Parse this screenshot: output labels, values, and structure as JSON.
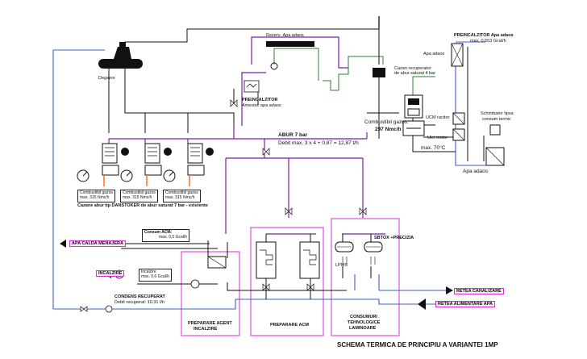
{
  "diagram": {
    "title": "SCHEMA TERMICA DE PRINCIPIU A VARIANTEI 1MP",
    "labels": {
      "rezervor": "Rezerv- Apa adaos",
      "apa_adaos_top": "Apa adaos",
      "preincalzitor_top_1": "PREINCALZITOR Apa adaos",
      "preincalzitor_top_2": "max. 0,653 Gcal/h",
      "cazan_recuperator_1": "Cazan recuperator",
      "cazan_recuperator_2": "de abur saturat 4 bar",
      "degazor": "Degazor",
      "preincalzitor_mid_1": "PREINCALZITOR",
      "preincalzitor_mid_2": "Amestec apa adaos",
      "abur": "ABUR 7 bar",
      "debit": "Debit max. 3 x 4 + 0,87 = 12,87 t/h",
      "combustibil_gazos": "Combustibil gazos:",
      "combustibil_val": "297 Nmc/h",
      "racitor": "UCM racitor",
      "ulei_motor": "Ulei motor",
      "max70": "max. 70°C",
      "schimbator_1": "Schimbator lipsa",
      "schimbator_2": "consum termic",
      "apa_adaos_bottom": "Apa adaos",
      "comb_1_a": "Combustibil gazos",
      "comb_1_b": "max. 315 Nmc/h",
      "comb_2_a": "Combustibil gazos",
      "comb_2_b": "max. 315 Nmc/h",
      "comb_3_a": "Combustibil gazos",
      "comb_3_b": "max. 315 Nmc/h",
      "cazane": "Cazane abur tip DANSTOKER de abur saturat 7 bar - existente",
      "consum_acm_1": "Consum ACM:",
      "consum_acm_2": "max. 0,5 Gcal/h",
      "apa_calda_menajera": "APA CALDA MENAJERA",
      "incalzire": "INCALZIRE",
      "incalzire_box_1": "Incalzire",
      "incalzire_box_2": "max. 0,6 Gcal/h",
      "condens_1": "CONDENS RECUPERAT",
      "condens_2": "Debit recuperat: 10,31 t/h",
      "sbtox": "SBTOX +PRECIZIA",
      "lpms": "LPMS",
      "reteta_canalizare": "RETEA CANALIZARE",
      "reteta_alimentare": "RETEA ALIMENTARE APA",
      "prep_agent_1": "PREPARARE AGENT",
      "prep_agent_2": "INCALZIRE",
      "prep_acm": "PREPARARE ACM",
      "consum_1": "CONSUMURI",
      "consum_2": "TEHNOLOGICE",
      "consum_3": "LAMINOARE"
    },
    "colors": {
      "steam": "#7b1fa2",
      "water": "#3c5fc8",
      "condensate": "#2e7d32",
      "pipe": "#111111",
      "zone": "#d32fd3",
      "fuel": "#ff6f1a"
    }
  }
}
